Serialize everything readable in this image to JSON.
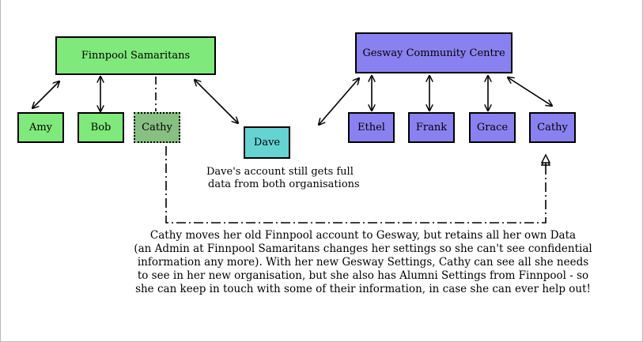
{
  "colors": {
    "green": "#7fe97b",
    "green_alumni": "#88c083",
    "purple": "#8a81f1",
    "teal": "#66d3d3"
  },
  "orgs": {
    "finnpool": {
      "label": "Finnpool Samaritans"
    },
    "gesway": {
      "label": "Gesway Community Centre"
    }
  },
  "members": {
    "amy": "Amy",
    "bob": "Bob",
    "cathy_old": "Cathy",
    "dave": "Dave",
    "ethel": "Ethel",
    "frank": "Frank",
    "grace": "Grace",
    "cathy_new": "Cathy"
  },
  "captions": {
    "dave_line1": "Dave's account still gets full",
    "dave_line2": "data from both organisations"
  },
  "note": {
    "lines": [
      "Cathy moves her old Finnpool account to Gesway, but retains all her own Data",
      "(an Admin at Finnpool Samaritans changes her settings so she can't see confidential",
      "information any more). With her new Gesway Settings, Cathy can see all she needs",
      "to see in her new organisation, but she also has Alumni Settings from Finnpool - so",
      "she can keep in touch with some of their information, in case she can ever help out!"
    ]
  }
}
